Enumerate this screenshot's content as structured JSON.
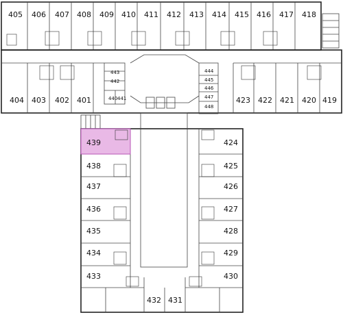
{
  "floor_plan": {
    "colors": {
      "wall": "#222222",
      "highlight_fill": "#e9b9e6",
      "highlight_stroke": "#b655b6",
      "background": "#ffffff"
    },
    "highlighted_room": "439",
    "rooms": {
      "r405": "405",
      "r406": "406",
      "r407": "407",
      "r408": "408",
      "r409": "409",
      "r410": "410",
      "r411": "411",
      "r412": "412",
      "r413": "413",
      "r414": "414",
      "r415": "415",
      "r416": "416",
      "r417": "417",
      "r418": "418",
      "r404": "404",
      "r403": "403",
      "r402": "402",
      "r401": "401",
      "r423": "423",
      "r422": "422",
      "r421": "421",
      "r420": "420",
      "r419": "419",
      "r443": "443",
      "r442": "442",
      "r440": "440",
      "r441": "441",
      "r444": "444",
      "r445": "445",
      "r446": "446",
      "r447": "447",
      "r448": "448",
      "r439": "439",
      "r438": "438",
      "r437": "437",
      "r436": "436",
      "r435": "435",
      "r434": "434",
      "r433": "433",
      "r432": "432",
      "r431": "431",
      "r424": "424",
      "r425": "425",
      "r426": "426",
      "r427": "427",
      "r428": "428",
      "r429": "429",
      "r430": "430"
    }
  }
}
